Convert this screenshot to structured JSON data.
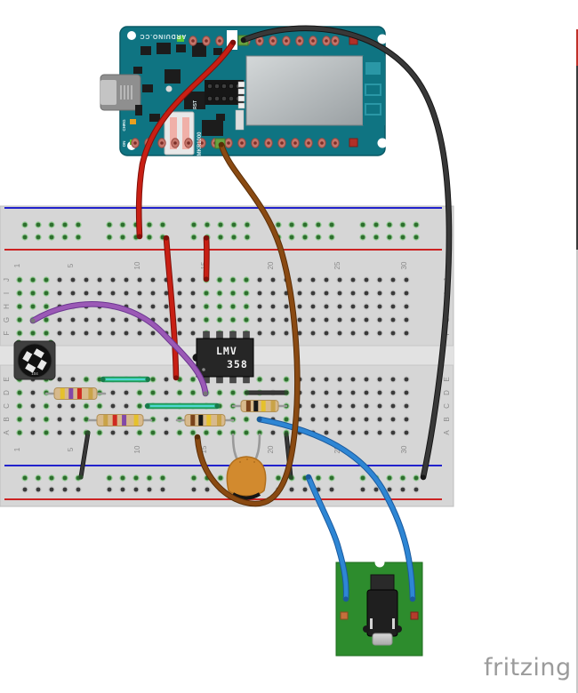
{
  "watermark": "fritzing",
  "arduino": {
    "brand": "ARDUINO.CC",
    "model": "MKR1000",
    "rst": "RST",
    "chrg": "CHRG",
    "on": "ON"
  },
  "breadboard": {
    "column_numbers": [
      "1",
      "5",
      "10",
      "15",
      "20",
      "25",
      "30"
    ],
    "row_letters": [
      "J",
      "I",
      "H",
      "G",
      "F",
      "E",
      "D",
      "C",
      "B",
      "A"
    ]
  },
  "ic": {
    "label_line1": "LMV",
    "label_line2": "358"
  },
  "potentiometer": {
    "marking": "104"
  },
  "colors": {
    "wire_red": "#c81f14",
    "wire_black": "#383838",
    "wire_brown": "#8a4a12",
    "wire_blue": "#2e86d4",
    "wire_purple": "#9b59b6",
    "jumper_teal": "#2bb673",
    "board_teal": "#0f7482",
    "breadboard_gray": "#d6d6d6",
    "rail_red": "#cc2222",
    "rail_blue": "#2222cc",
    "jack_pcb_green": "#2d8c2d",
    "capacitor_orange": "#d28a2e",
    "resistor_tan": "#d7b98c"
  },
  "resistors": [
    {
      "name": "resistor-4k7-row-d",
      "bands": [
        "yellow",
        "violet",
        "red",
        "gold"
      ]
    },
    {
      "name": "resistor-4k7-row-b",
      "bands": [
        "gold",
        "red",
        "violet",
        "yellow"
      ]
    },
    {
      "name": "resistor-100k-row-b",
      "bands": [
        "brown",
        "black",
        "yellow",
        "gold"
      ]
    },
    {
      "name": "resistor-100k-row-c",
      "bands": [
        "brown",
        "black",
        "yellow",
        "gold"
      ]
    }
  ]
}
